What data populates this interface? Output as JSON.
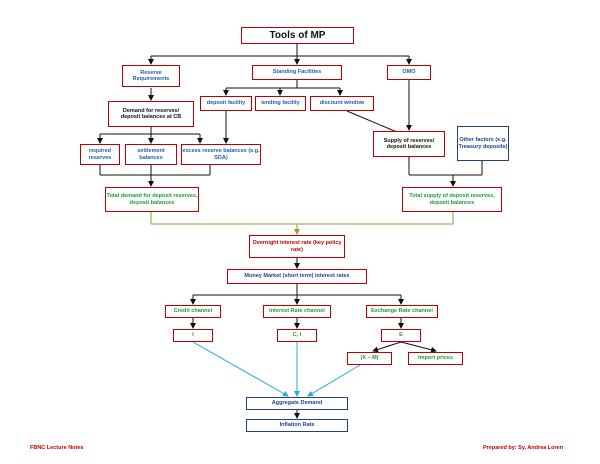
{
  "diagram": {
    "title": "Tools of MP",
    "tools": {
      "reserve_requirements": "Reserve Requirements",
      "standing_facilities": "Standing Facilities",
      "omo": "OMO"
    },
    "facilities": {
      "deposit": "deposit facility",
      "lending": "lending facility",
      "discount": "discount window"
    },
    "demand_for_reserves": "Demand for reserves/ deposit balances at CB",
    "reserve_types": {
      "required": "required reserves",
      "settlement": "settlement balances",
      "excess": "excess reserve balances (e.g. SDA)"
    },
    "supply_of_reserves": "Supply of reserves/ deposit balances",
    "other_factors": "Other factors (e.g. Treasury deposits)",
    "total_demand": "Total demand for deposit reserves, deposit balances",
    "total_supply": "Total supply of deposit reserves, deposit balances",
    "overnight_rate": "Overnight interest rate (key policy rate)",
    "money_market": "Money Market (short term) interest rates",
    "channels": {
      "credit": "Credit channel",
      "interest": "Interest Rate channel",
      "exchange": "Exchange Rate channel"
    },
    "channel_vars": {
      "credit": "I",
      "interest": "C, I",
      "exchange": "E"
    },
    "net_exports": "(X – M)",
    "import_prices": "Import prices",
    "aggregate_demand": "Aggregate Demand",
    "inflation": "Inflation Rate"
  },
  "footer": {
    "left": "FBNC Lecture Notes",
    "right": "Prepared by: Sy, Andrea Loren"
  },
  "colors": {
    "red": "#c00000",
    "blue_text": "#1f5fb0",
    "green_text": "#1c9c3c",
    "navy": "#1f3f8f",
    "olive_line": "#9a9a40",
    "cyan_arrow": "#29a8df"
  }
}
